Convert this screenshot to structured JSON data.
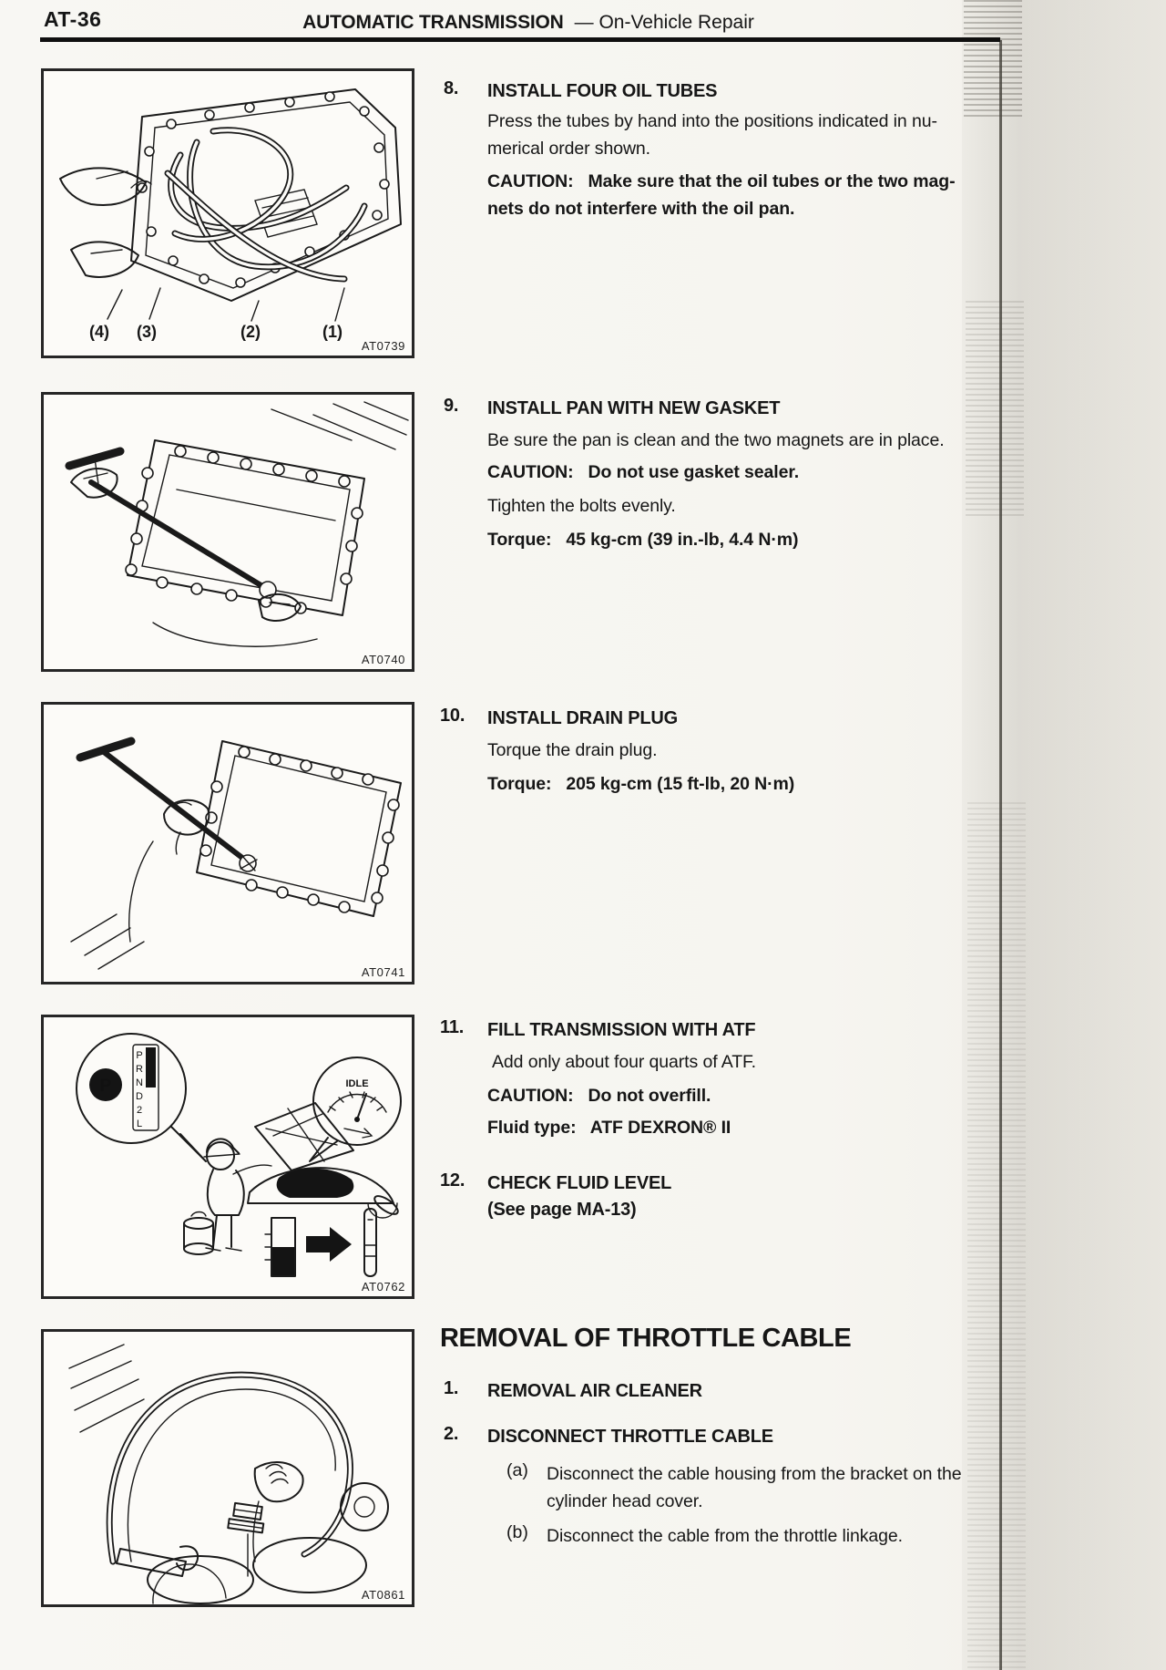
{
  "header": {
    "page_code": "AT-36",
    "title": "AUTOMATIC TRANSMISSION",
    "subtitle": "—  On-Vehicle Repair"
  },
  "figures": [
    {
      "code": "AT0739",
      "callouts": [
        "(4)",
        "(3)",
        "(2)",
        "(1)"
      ]
    },
    {
      "code": "AT0740"
    },
    {
      "code": "AT0741"
    },
    {
      "code": "AT0762",
      "park": "P",
      "shift": [
        "P",
        "R",
        "N",
        "D",
        "2",
        "L"
      ],
      "gauge": "IDLE"
    },
    {
      "code": "AT0861"
    }
  ],
  "sections": [
    {
      "num": "8.",
      "title": "INSTALL FOUR OIL TUBES",
      "para": "Press the tubes by hand into the positions indicated in nu-\nmerical order shown.",
      "caution": "CAUTION:   Make sure that the oil tubes or the two mag-\nnets do not interfere with the oil pan."
    },
    {
      "num": "9.",
      "title": "INSTALL PAN WITH NEW GASKET",
      "para": "Be sure the pan is clean and the two magnets are in place.",
      "caution": "CAUTION:   Do not use gasket sealer.",
      "para2": "Tighten the bolts evenly.",
      "torque": "Torque:   45 kg-cm (39 in.-lb, 4.4 N·m)"
    },
    {
      "num": "10.",
      "title": "INSTALL DRAIN PLUG",
      "para": "Torque the drain plug.",
      "torque": "Torque:   205 kg-cm (15 ft-lb, 20 N·m)"
    },
    {
      "num": "11.",
      "title": "FILL TRANSMISSION WITH ATF",
      "para": "Add only about four quarts of ATF.",
      "caution": "CAUTION:   Do not overfill.",
      "fluid": "Fluid type:   ATF DEXRON® II"
    },
    {
      "num": "12.",
      "title": "CHECK FLUID LEVEL\n(See page MA-13)"
    }
  ],
  "removal": {
    "heading": "REMOVAL OF THROTTLE CABLE",
    "steps": [
      {
        "num": "1.",
        "title": "REMOVAL AIR CLEANER"
      },
      {
        "num": "2.",
        "title": "DISCONNECT THROTTLE CABLE"
      }
    ],
    "subs": [
      {
        "label": "(a)",
        "text": "Disconnect the cable housing from the bracket on the\ncylinder head cover."
      },
      {
        "label": "(b)",
        "text": "Disconnect the cable from the throttle linkage."
      }
    ]
  }
}
